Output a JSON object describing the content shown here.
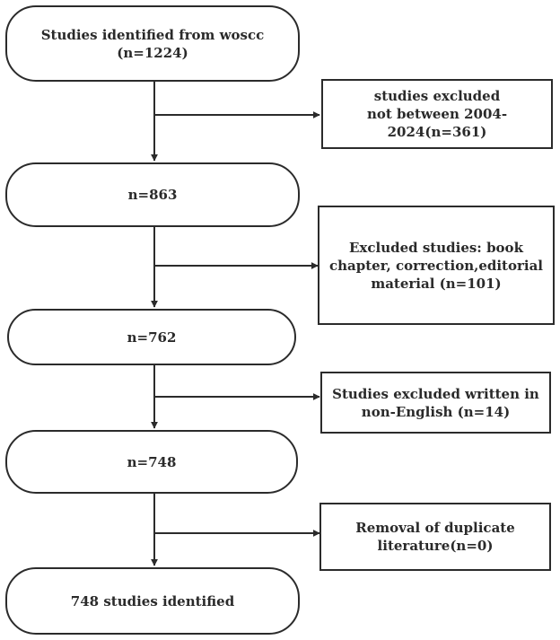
{
  "flow_steps": [
    {
      "id": "s1",
      "lines": [
        "Studies identified from woscc",
        "(n=1224)"
      ]
    },
    {
      "id": "s2",
      "lines": [
        "n=863"
      ]
    },
    {
      "id": "s3",
      "lines": [
        "n=762"
      ]
    },
    {
      "id": "s4",
      "lines": [
        "n=748"
      ]
    },
    {
      "id": "s5",
      "lines": [
        "748 studies identified"
      ]
    }
  ],
  "exclusions": [
    {
      "id": "e1",
      "lines": [
        "studies excluded",
        "not between 2004-",
        "2024(n=361)"
      ]
    },
    {
      "id": "e2",
      "lines": [
        "Excluded studies: book",
        "chapter, correction,editorial",
        "material (n=101)"
      ]
    },
    {
      "id": "e3",
      "lines": [
        "Studies excluded written in",
        "non-English (n=14)"
      ]
    },
    {
      "id": "e4",
      "lines": [
        "Removal of duplicate",
        "literature(n=0)"
      ]
    }
  ],
  "colors": {
    "stroke": "#2b2b2b",
    "text": "#2a2a2a",
    "background": "#ffffff"
  }
}
